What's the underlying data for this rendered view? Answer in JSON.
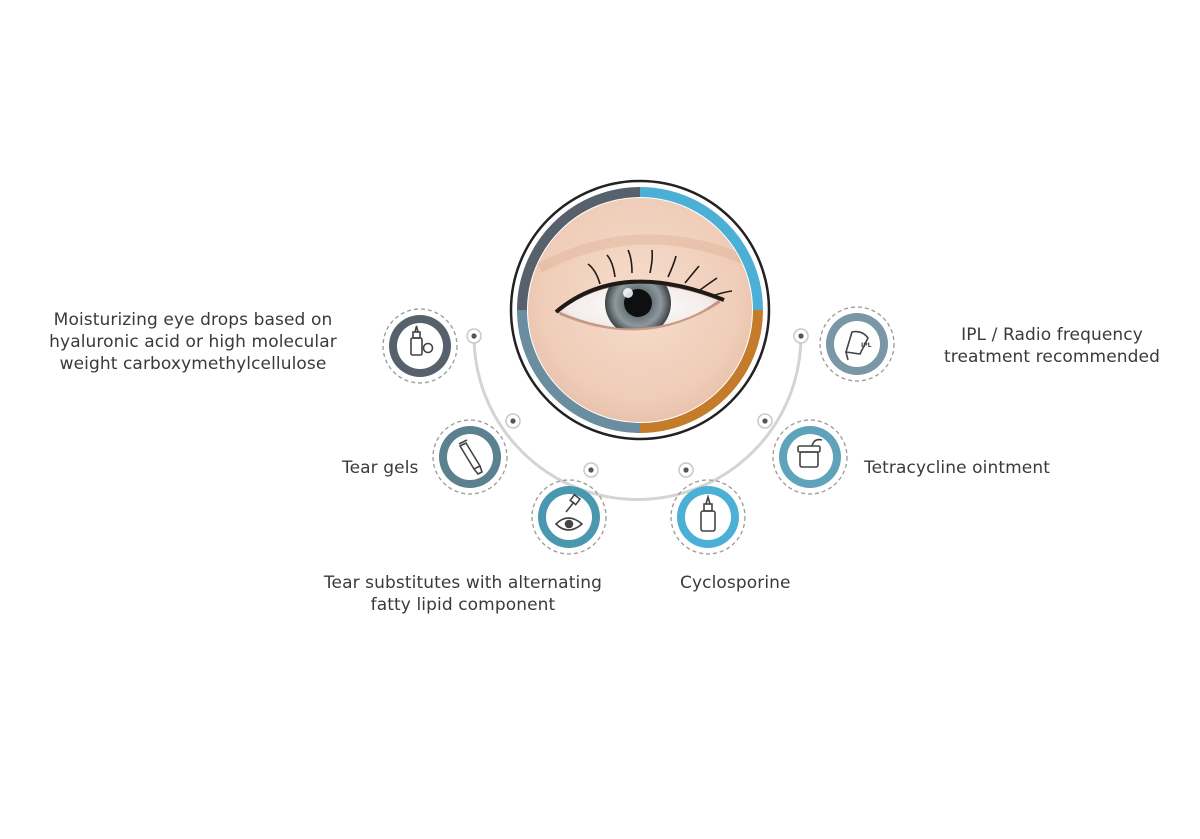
{
  "colors": {
    "dark_slate": "#56616b",
    "steel": "#6a8ea0",
    "teal": "#4a97b0",
    "sky": "#4cb0d6",
    "orange": "#c47c2a",
    "connector": "#d4d4d4"
  },
  "center_image": {
    "subject": "close-up of a human eye"
  },
  "treatments": [
    {
      "key": "moisturizing",
      "icon": "eye-drop-bottle-icon",
      "lines": [
        "Moisturizing eye drops based on",
        "hyaluronic acid or high molecular",
        "weight carboxymethylcellulose"
      ]
    },
    {
      "key": "tear-gels",
      "icon": "gel-tube-icon",
      "lines": [
        "Tear gels"
      ]
    },
    {
      "key": "tear-substitutes",
      "icon": "eye-dropper-icon",
      "lines": [
        "Tear substitutes with alternating",
        "fatty lipid component"
      ]
    },
    {
      "key": "cyclosporine",
      "icon": "dropper-bottle-icon",
      "lines": [
        "Cyclosporine"
      ]
    },
    {
      "key": "tetracycline",
      "icon": "ointment-jar-icon",
      "lines": [
        "Tetracycline ointment"
      ]
    },
    {
      "key": "ipl",
      "icon": "ipl-device-icon",
      "icon_text": "IPL",
      "lines": [
        "IPL / Radio frequency",
        "treatment recommended"
      ]
    }
  ]
}
